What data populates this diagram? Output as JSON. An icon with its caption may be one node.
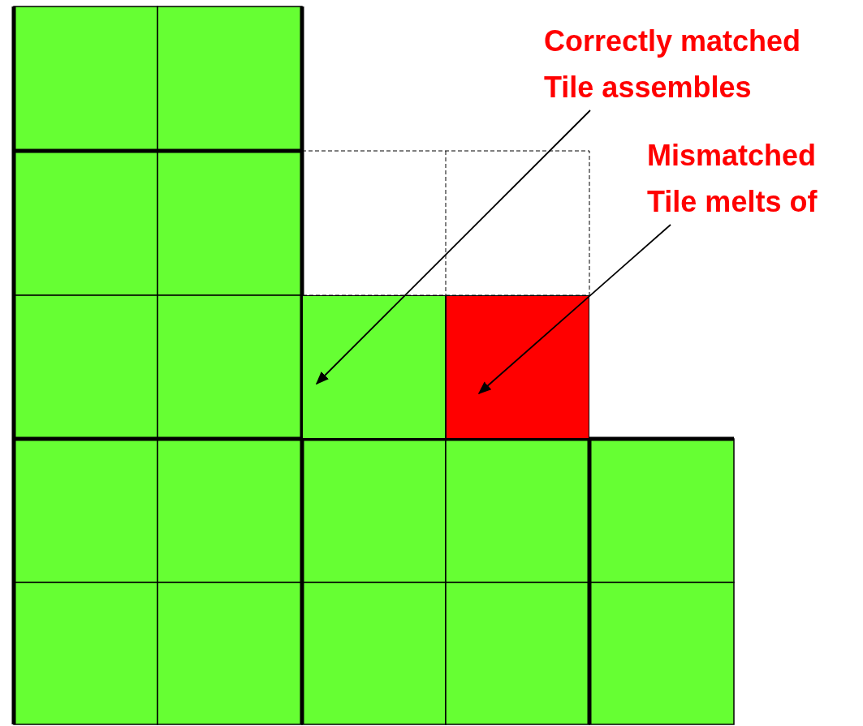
{
  "diagram": {
    "nodes": [
      {
        "text": [
          "Correctly matched Tile assembles"
        ]
      },
      {
        "text": [
          "Mismatched Tile melts of"
        ]
      },
      {
        "text": [],
        "shape": "box"
      },
      {
        "text": [],
        "shape": "box"
      }
    ],
    "edges": [
      {
        "from": 0,
        "to": 2,
        "arrow": "to"
      },
      {
        "from": 1,
        "to": 3,
        "arrow": "to"
      }
    ]
  }
}
